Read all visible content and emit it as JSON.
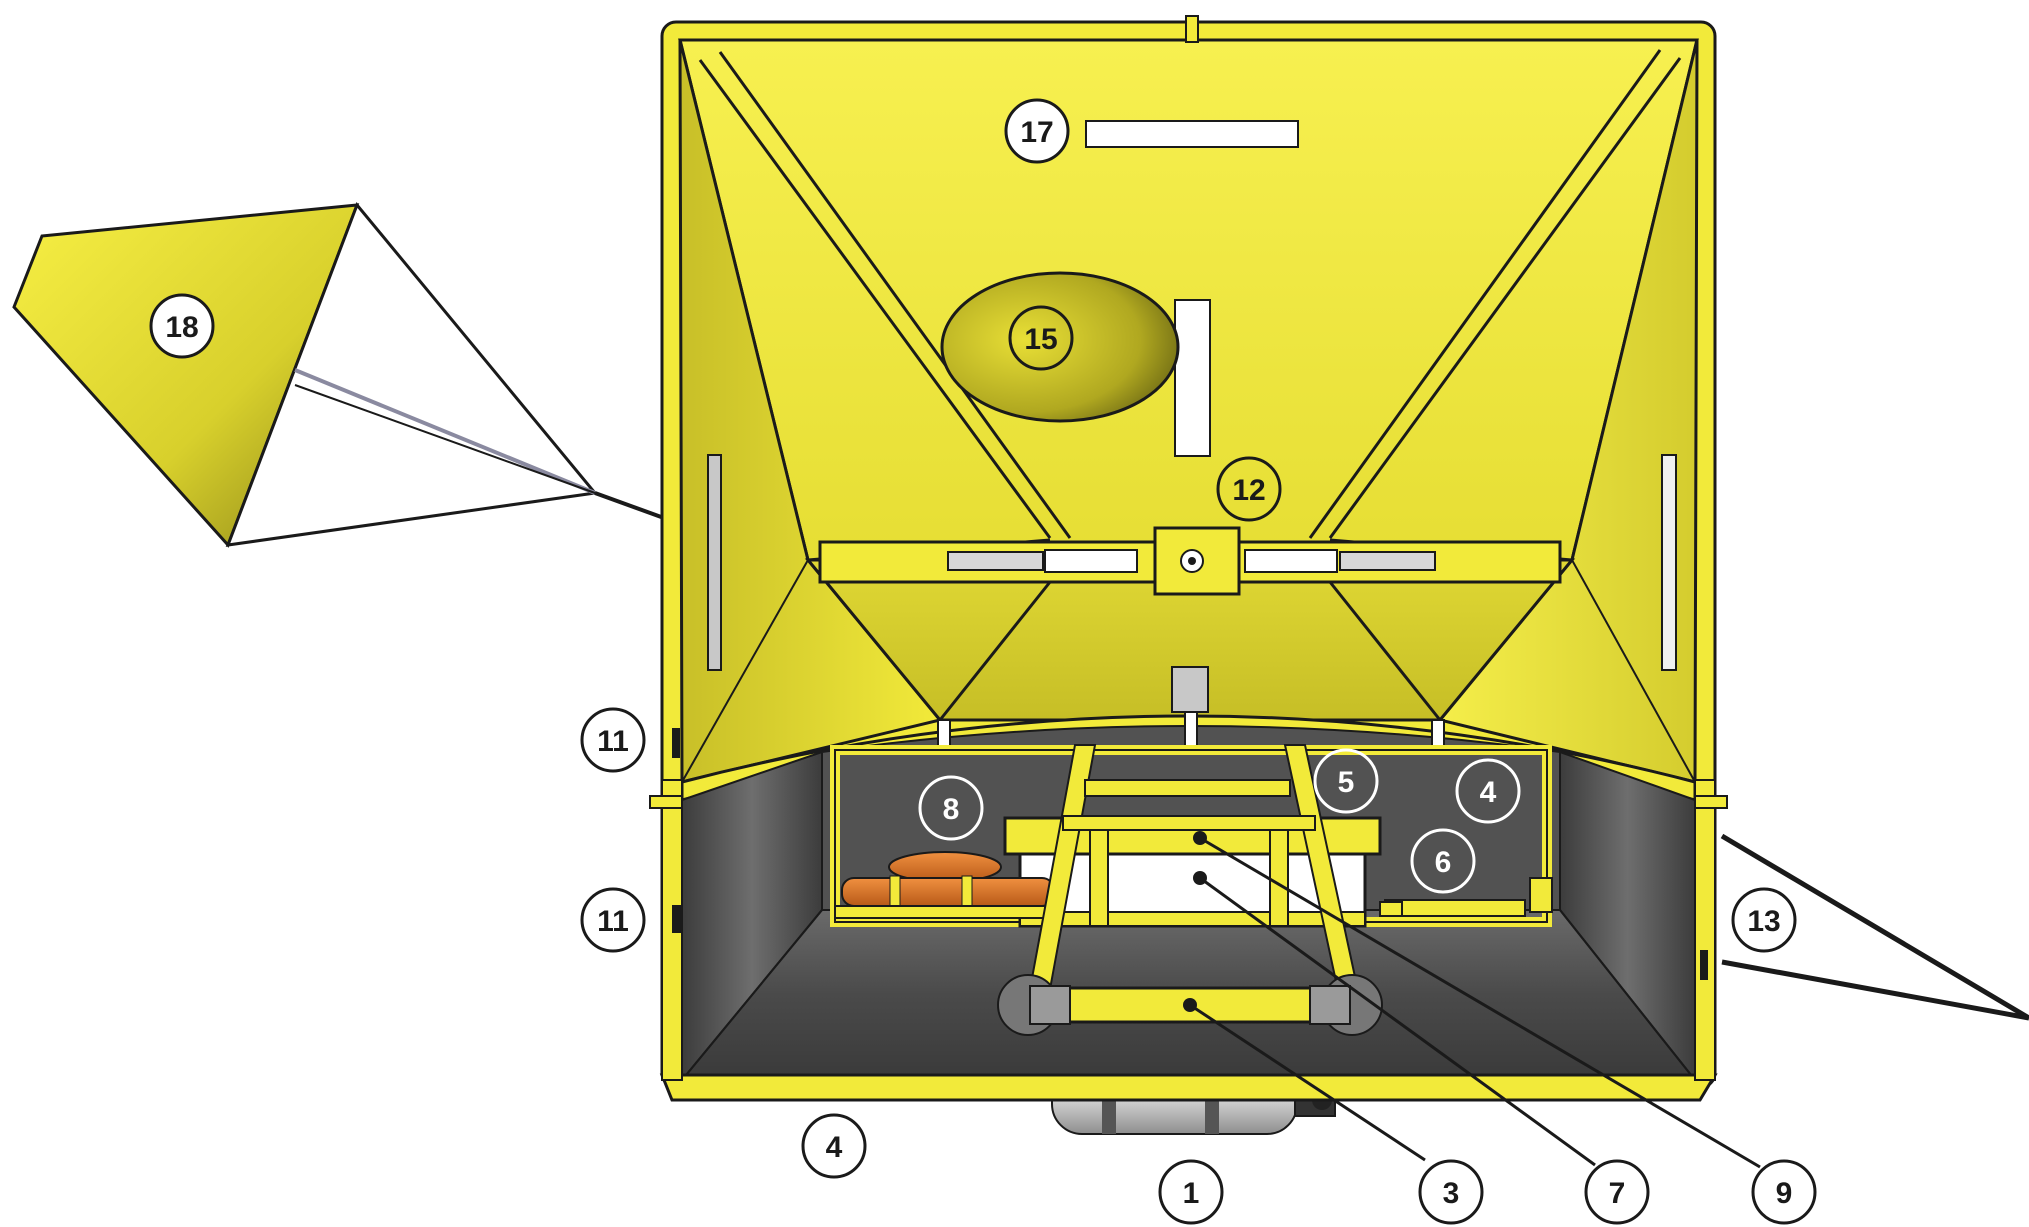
{
  "diagram": {
    "colors": {
      "canopy": "#f2ea3a",
      "canopy_dark": "#c9c12a",
      "outline": "#1a1a1a",
      "tube": "#4a4a4a",
      "tube_light": "#6b6b6b",
      "orange": "#e07a2a",
      "white": "#ffffff",
      "callout_bg": "#ffffff"
    },
    "callouts": {
      "c1": "1",
      "c3": "3",
      "c4_out": "4",
      "c4_in": "4",
      "c5": "5",
      "c6": "6",
      "c7": "7",
      "c8": "8",
      "c9": "9",
      "c11_top": "11",
      "c11_bot": "11",
      "c12": "12",
      "c13": "13",
      "c15": "15",
      "c17": "17",
      "c18": "18"
    }
  }
}
